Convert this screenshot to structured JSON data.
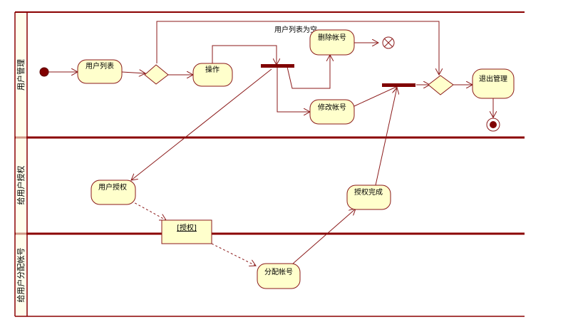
{
  "diagram": {
    "lanes": [
      {
        "title": "用户管理"
      },
      {
        "title": "给用户授权"
      },
      {
        "title": "给用户分配帐号"
      }
    ],
    "nodes": {
      "user_list": "用户列表",
      "operate": "操作",
      "delete_account": "删除帐号",
      "modify_account": "修改帐号",
      "exit_manage": "退出管理",
      "user_auth": "用户授权",
      "auth_done": "授权完成",
      "assign_account": "分配帐号"
    },
    "object_node": "[授权]",
    "edge_labels": {
      "list_empty": "用户列表为空"
    },
    "colors": {
      "line": "#8b0000",
      "node_fill": "#ffffcc",
      "node_stroke": "#8b1a1a",
      "bar": "#800000"
    }
  }
}
